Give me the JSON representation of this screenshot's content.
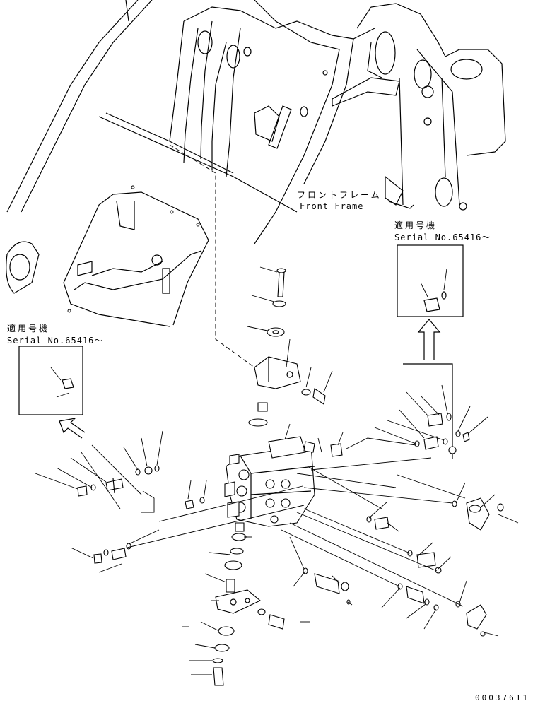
{
  "labels": {
    "front_frame_jp": "フロントフレーム",
    "front_frame_en": "Front Frame",
    "applicable_serial_jp": "適用号機",
    "serial_no": "Serial No.65416～"
  },
  "document_id": "00037611"
}
